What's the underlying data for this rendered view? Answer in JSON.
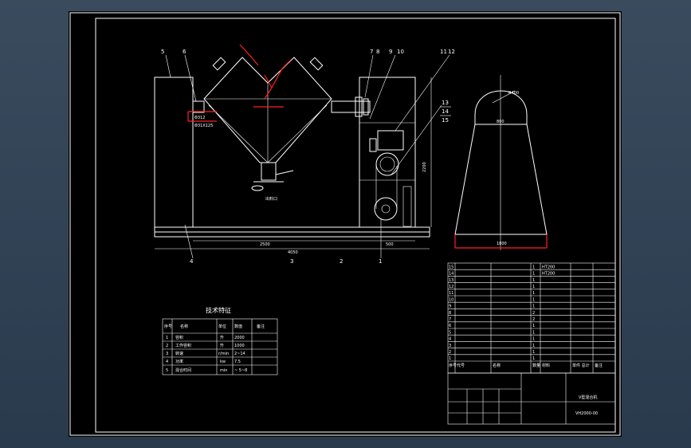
{
  "drawing": {
    "balloons": [
      "5",
      "6",
      "7",
      "8",
      "9",
      "10",
      "11",
      "12",
      "13",
      "14",
      "15",
      "4",
      "3",
      "2",
      "1"
    ],
    "outlet_label": "出料口",
    "dims": {
      "flange_a": "Φ312",
      "flange_b": "Φ31X125",
      "overall_len": "4050",
      "base_len": "2500",
      "motor_len": "500",
      "height": "2200",
      "side_top": "800",
      "side_bottom": "1800",
      "side_radius": "R400"
    }
  },
  "tech_table": {
    "title": "技术特征",
    "headers": [
      "序号",
      "名称",
      "单位",
      "数值",
      "备注"
    ],
    "rows": [
      [
        "1",
        "容积",
        "升",
        "2000",
        ""
      ],
      [
        "2",
        "工作容积",
        "升",
        "1000",
        ""
      ],
      [
        "3",
        "转速",
        "r/min",
        "2~14",
        ""
      ],
      [
        "4",
        "功率",
        "kw",
        "7.5",
        ""
      ],
      [
        "5",
        "混合时间",
        "min",
        "~ 5~8",
        ""
      ]
    ]
  },
  "parts_list": {
    "rows": [
      [
        "15",
        "",
        "",
        "1",
        "HT200",
        "",
        ""
      ],
      [
        "14",
        "",
        "",
        "1",
        "HT200",
        "",
        ""
      ],
      [
        "13",
        "",
        "",
        "1",
        "",
        "",
        ""
      ],
      [
        "12",
        "",
        "",
        "1",
        "",
        "",
        ""
      ],
      [
        "11",
        "",
        "",
        "1",
        "",
        "",
        ""
      ],
      [
        "10",
        "",
        "",
        "1",
        "",
        "",
        ""
      ],
      [
        "9",
        "",
        "",
        "1",
        "",
        "",
        ""
      ],
      [
        "8",
        "",
        "",
        "2",
        "",
        "",
        ""
      ],
      [
        "7",
        "",
        "",
        "2",
        "",
        "",
        ""
      ],
      [
        "6",
        "",
        "",
        "1",
        "",
        "",
        ""
      ],
      [
        "5",
        "",
        "",
        "1",
        "",
        "",
        ""
      ],
      [
        "4",
        "",
        "",
        "1",
        "",
        "",
        ""
      ],
      [
        "3",
        "",
        "",
        "1",
        "",
        "",
        ""
      ],
      [
        "2",
        "",
        "",
        "1",
        "",
        "",
        ""
      ],
      [
        "1",
        "",
        "",
        "1",
        "",
        "",
        ""
      ]
    ],
    "header": [
      "序号",
      "代号",
      "名称",
      "数量",
      "材料",
      "单件 总计",
      "备注"
    ]
  },
  "title_block": {
    "drawing_name": "V型混合机",
    "drawing_no": "VH2000-00",
    "mark": ""
  }
}
